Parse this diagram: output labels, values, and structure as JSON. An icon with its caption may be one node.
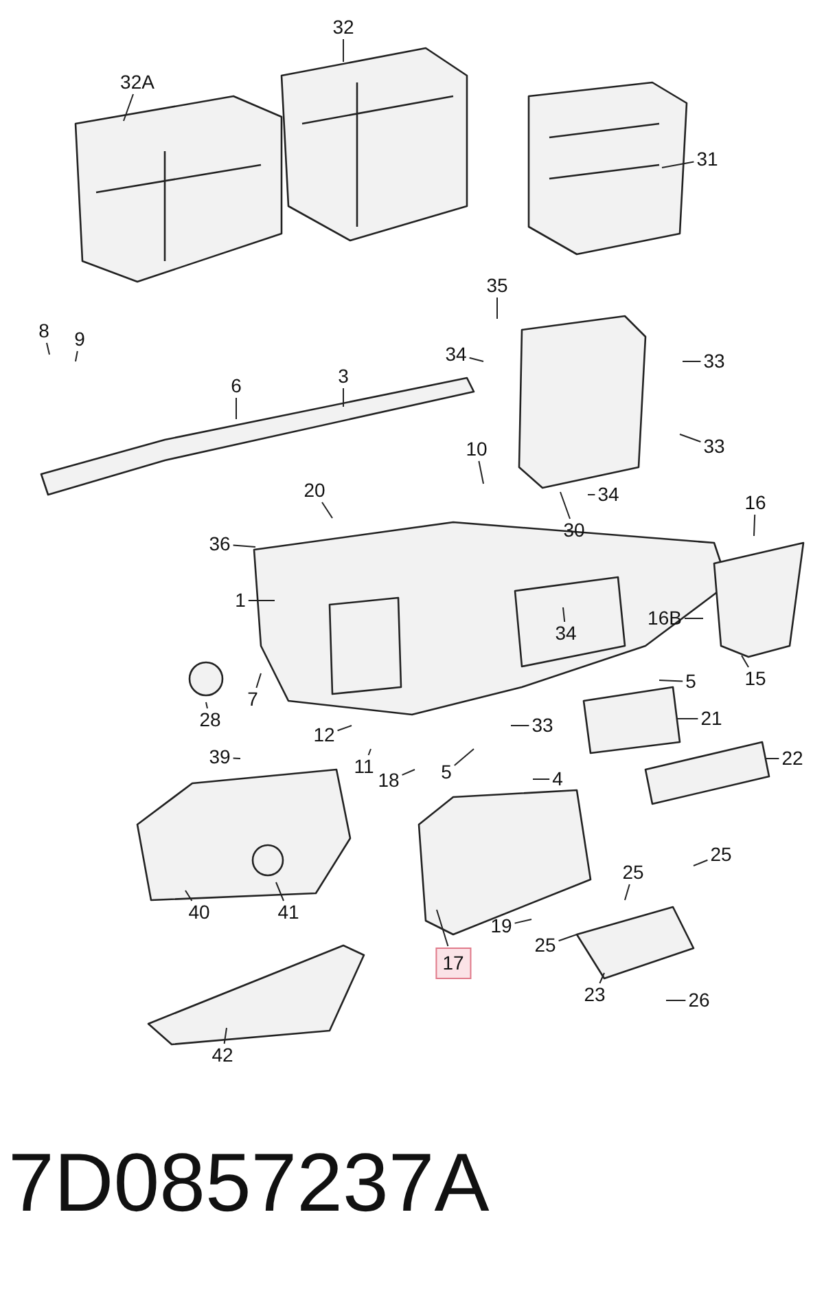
{
  "diagram": {
    "title": "7D0857237A",
    "nodes": [
      {
        "text": [
          "32A"
        ]
      },
      {
        "text": [
          "32"
        ]
      },
      {
        "text": [
          "31"
        ]
      },
      {
        "text": [
          "35"
        ]
      },
      {
        "text": [
          "8"
        ]
      },
      {
        "text": [
          "9"
        ]
      },
      {
        "text": [
          "34"
        ]
      },
      {
        "text": [
          "33"
        ]
      },
      {
        "text": [
          "6"
        ]
      },
      {
        "text": [
          "3"
        ]
      },
      {
        "text": [
          "33"
        ]
      },
      {
        "text": [
          "10"
        ]
      },
      {
        "text": [
          "20"
        ]
      },
      {
        "text": [
          "34"
        ]
      },
      {
        "text": [
          "30"
        ]
      },
      {
        "text": [
          "16"
        ]
      },
      {
        "text": [
          "36"
        ]
      },
      {
        "text": [
          "1"
        ]
      },
      {
        "text": [
          "34"
        ]
      },
      {
        "text": [
          "16B"
        ]
      },
      {
        "text": [
          "5"
        ]
      },
      {
        "text": [
          "15"
        ]
      },
      {
        "text": [
          "7"
        ]
      },
      {
        "text": [
          "28"
        ]
      },
      {
        "text": [
          "33"
        ]
      },
      {
        "text": [
          "21"
        ]
      },
      {
        "text": [
          "12"
        ]
      },
      {
        "text": [
          "22"
        ]
      },
      {
        "text": [
          "39"
        ]
      },
      {
        "text": [
          "11"
        ]
      },
      {
        "text": [
          "18"
        ]
      },
      {
        "text": [
          "5"
        ]
      },
      {
        "text": [
          "4"
        ]
      },
      {
        "text": [
          "25"
        ]
      },
      {
        "text": [
          "25"
        ]
      },
      {
        "text": [
          "40"
        ]
      },
      {
        "text": [
          "41"
        ]
      },
      {
        "text": [
          "19"
        ]
      },
      {
        "text": [
          "25"
        ]
      },
      {
        "text": [
          "17"
        ]
      },
      {
        "text": [
          "23"
        ]
      },
      {
        "text": [
          "26"
        ]
      },
      {
        "text": [
          "42"
        ]
      }
    ],
    "edges": [
      {
        "from": 0,
        "to": null,
        "arrow": "none"
      },
      {
        "from": 1,
        "to": null,
        "arrow": "none"
      },
      {
        "from": 2,
        "to": null,
        "arrow": "none"
      },
      {
        "from": 3,
        "to": null,
        "arrow": "none"
      },
      {
        "from": 4,
        "to": null,
        "arrow": "none"
      },
      {
        "from": 5,
        "to": null,
        "arrow": "none"
      },
      {
        "from": 6,
        "to": null,
        "arrow": "none"
      },
      {
        "from": 7,
        "to": null,
        "arrow": "none"
      },
      {
        "from": 8,
        "to": null,
        "arrow": "none"
      },
      {
        "from": 9,
        "to": null,
        "arrow": "none"
      },
      {
        "from": 10,
        "to": null,
        "arrow": "none"
      },
      {
        "from": 11,
        "to": null,
        "arrow": "none"
      },
      {
        "from": 12,
        "to": null,
        "arrow": "none"
      },
      {
        "from": 13,
        "to": null,
        "arrow": "none"
      },
      {
        "from": 14,
        "to": null,
        "arrow": "none"
      },
      {
        "from": 15,
        "to": null,
        "arrow": "none"
      },
      {
        "from": 16,
        "to": null,
        "arrow": "none"
      },
      {
        "from": 17,
        "to": null,
        "arrow": "none"
      },
      {
        "from": 18,
        "to": null,
        "arrow": "none"
      },
      {
        "from": 19,
        "to": null,
        "arrow": "none"
      },
      {
        "from": 20,
        "to": null,
        "arrow": "none"
      },
      {
        "from": 21,
        "to": null,
        "arrow": "none"
      },
      {
        "from": 22,
        "to": null,
        "arrow": "none"
      },
      {
        "from": 23,
        "to": null,
        "arrow": "none"
      },
      {
        "from": 24,
        "to": null,
        "arrow": "none"
      },
      {
        "from": 25,
        "to": null,
        "arrow": "none"
      },
      {
        "from": 26,
        "to": null,
        "arrow": "none"
      },
      {
        "from": 27,
        "to": null,
        "arrow": "none"
      },
      {
        "from": 28,
        "to": null,
        "arrow": "none"
      },
      {
        "from": 29,
        "to": null,
        "arrow": "none"
      },
      {
        "from": 30,
        "to": null,
        "arrow": "none"
      },
      {
        "from": 31,
        "to": null,
        "arrow": "none"
      },
      {
        "from": 32,
        "to": null,
        "arrow": "none"
      },
      {
        "from": 33,
        "to": null,
        "arrow": "none"
      },
      {
        "from": 34,
        "to": null,
        "arrow": "none"
      },
      {
        "from": 35,
        "to": null,
        "arrow": "none"
      },
      {
        "from": 36,
        "to": null,
        "arrow": "none"
      },
      {
        "from": 37,
        "to": null,
        "arrow": "none"
      },
      {
        "from": 38,
        "to": null,
        "arrow": "none"
      },
      {
        "from": 39,
        "to": null,
        "arrow": "none"
      },
      {
        "from": 40,
        "to": null,
        "arrow": "none"
      },
      {
        "from": 41,
        "to": null,
        "arrow": "none"
      },
      {
        "from": 42,
        "to": null,
        "arrow": "none"
      }
    ]
  }
}
